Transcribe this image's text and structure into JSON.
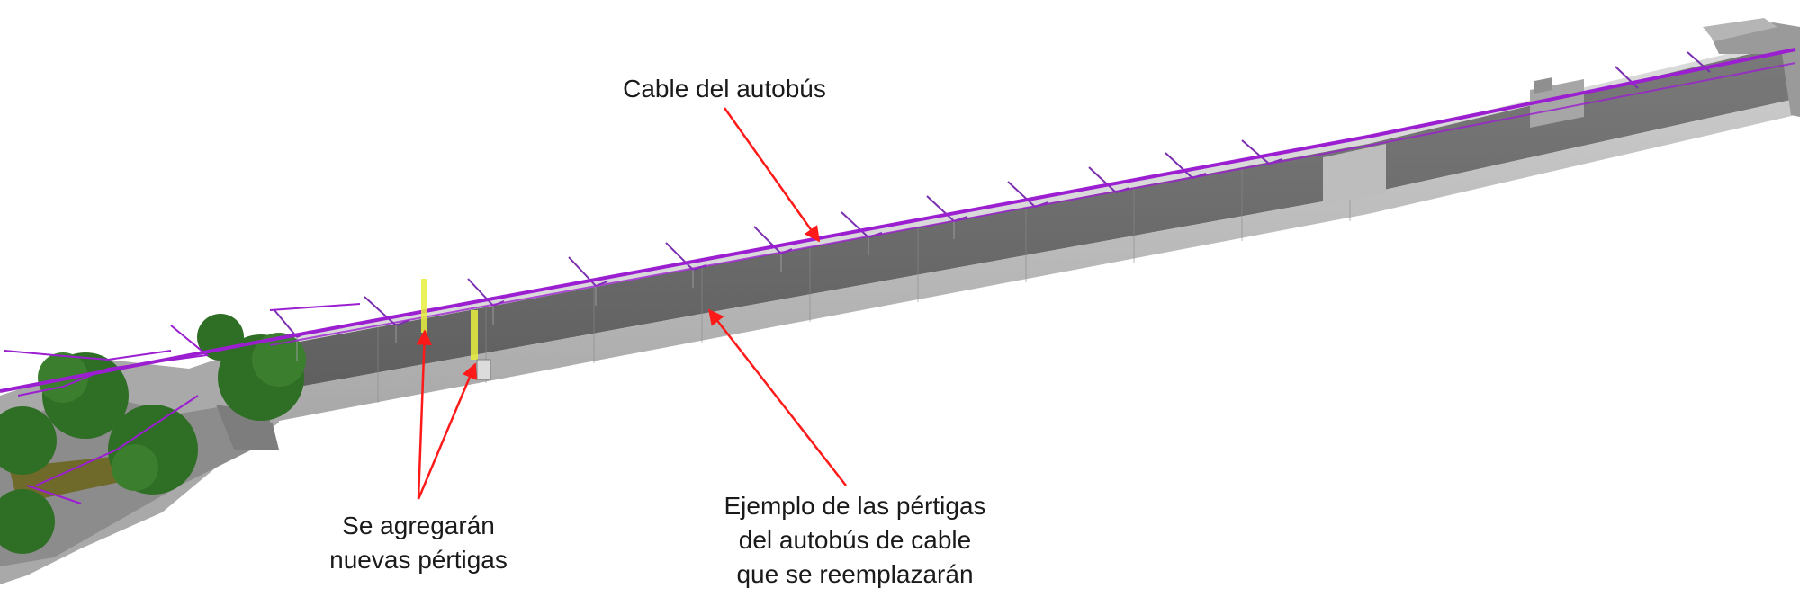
{
  "labels": {
    "bus_cable": "Cable del autobús",
    "new_poles": [
      "Se agregarán",
      "nuevas pértigas"
    ],
    "replaced_poles": [
      "Ejemplo de las pértigas",
      "del autobús de cable",
      "que se reemplazarán"
    ]
  },
  "colors": {
    "cable": "#9b1fd1",
    "callout_arrow": "#ff1a1a",
    "wall_dark": "#6e6e6e",
    "wall_light": "#b9b9b9",
    "new_pole_highlight": "#e8ef3c",
    "trees": "#2f6e25"
  }
}
